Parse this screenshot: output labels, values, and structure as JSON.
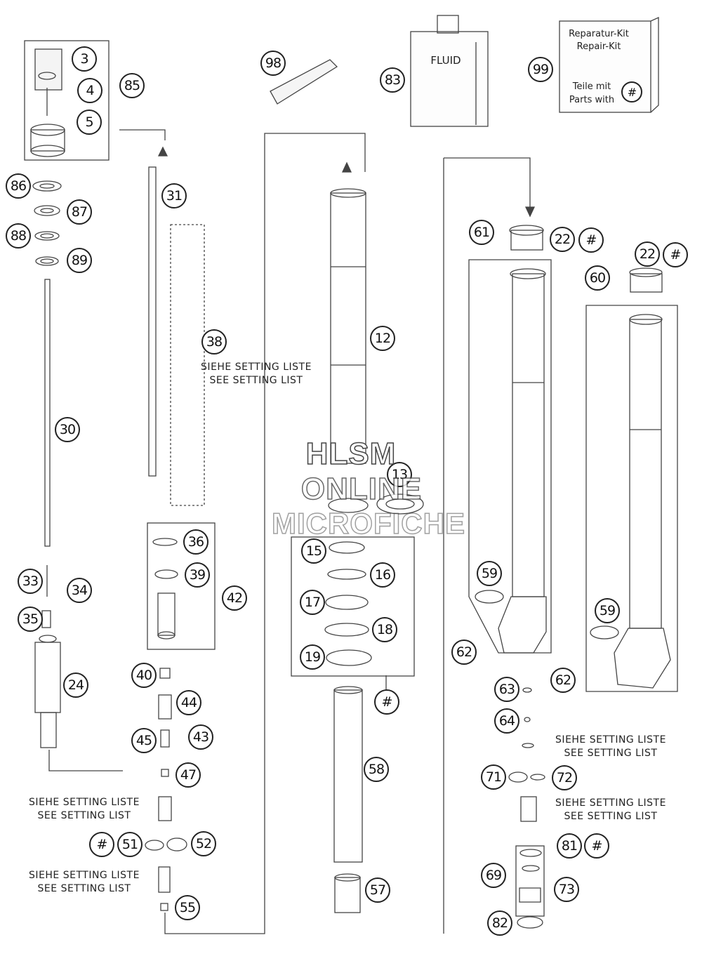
{
  "callouts": [
    "3",
    "4",
    "5",
    "85",
    "98",
    "83",
    "99",
    "86",
    "87",
    "88",
    "89",
    "31",
    "38",
    "30",
    "12",
    "61",
    "22",
    "60",
    "22",
    "13",
    "36",
    "39",
    "42",
    "15",
    "16",
    "17",
    "18",
    "19",
    "59",
    "59",
    "62",
    "62",
    "33",
    "34",
    "35",
    "24",
    "40",
    "44",
    "45",
    "43",
    "47",
    "63",
    "64",
    "71",
    "72",
    "51",
    "52",
    "55",
    "58",
    "57",
    "81",
    "69",
    "73",
    "82",
    "#",
    "#",
    "#",
    "#",
    "#"
  ],
  "notes": {
    "setting_de": "SIEHE SETTING LISTE",
    "setting_en": "SEE SETTING LIST"
  },
  "fluid_label": "FLUID",
  "repair_kit": {
    "line1": "Reparatur-Kit",
    "line2": "Repair-Kit",
    "line3": "Teile mit",
    "line4": "Parts with"
  },
  "watermark": {
    "line1": "HLSM",
    "line2": "ONLINE",
    "line3": "MICROFICHE"
  }
}
